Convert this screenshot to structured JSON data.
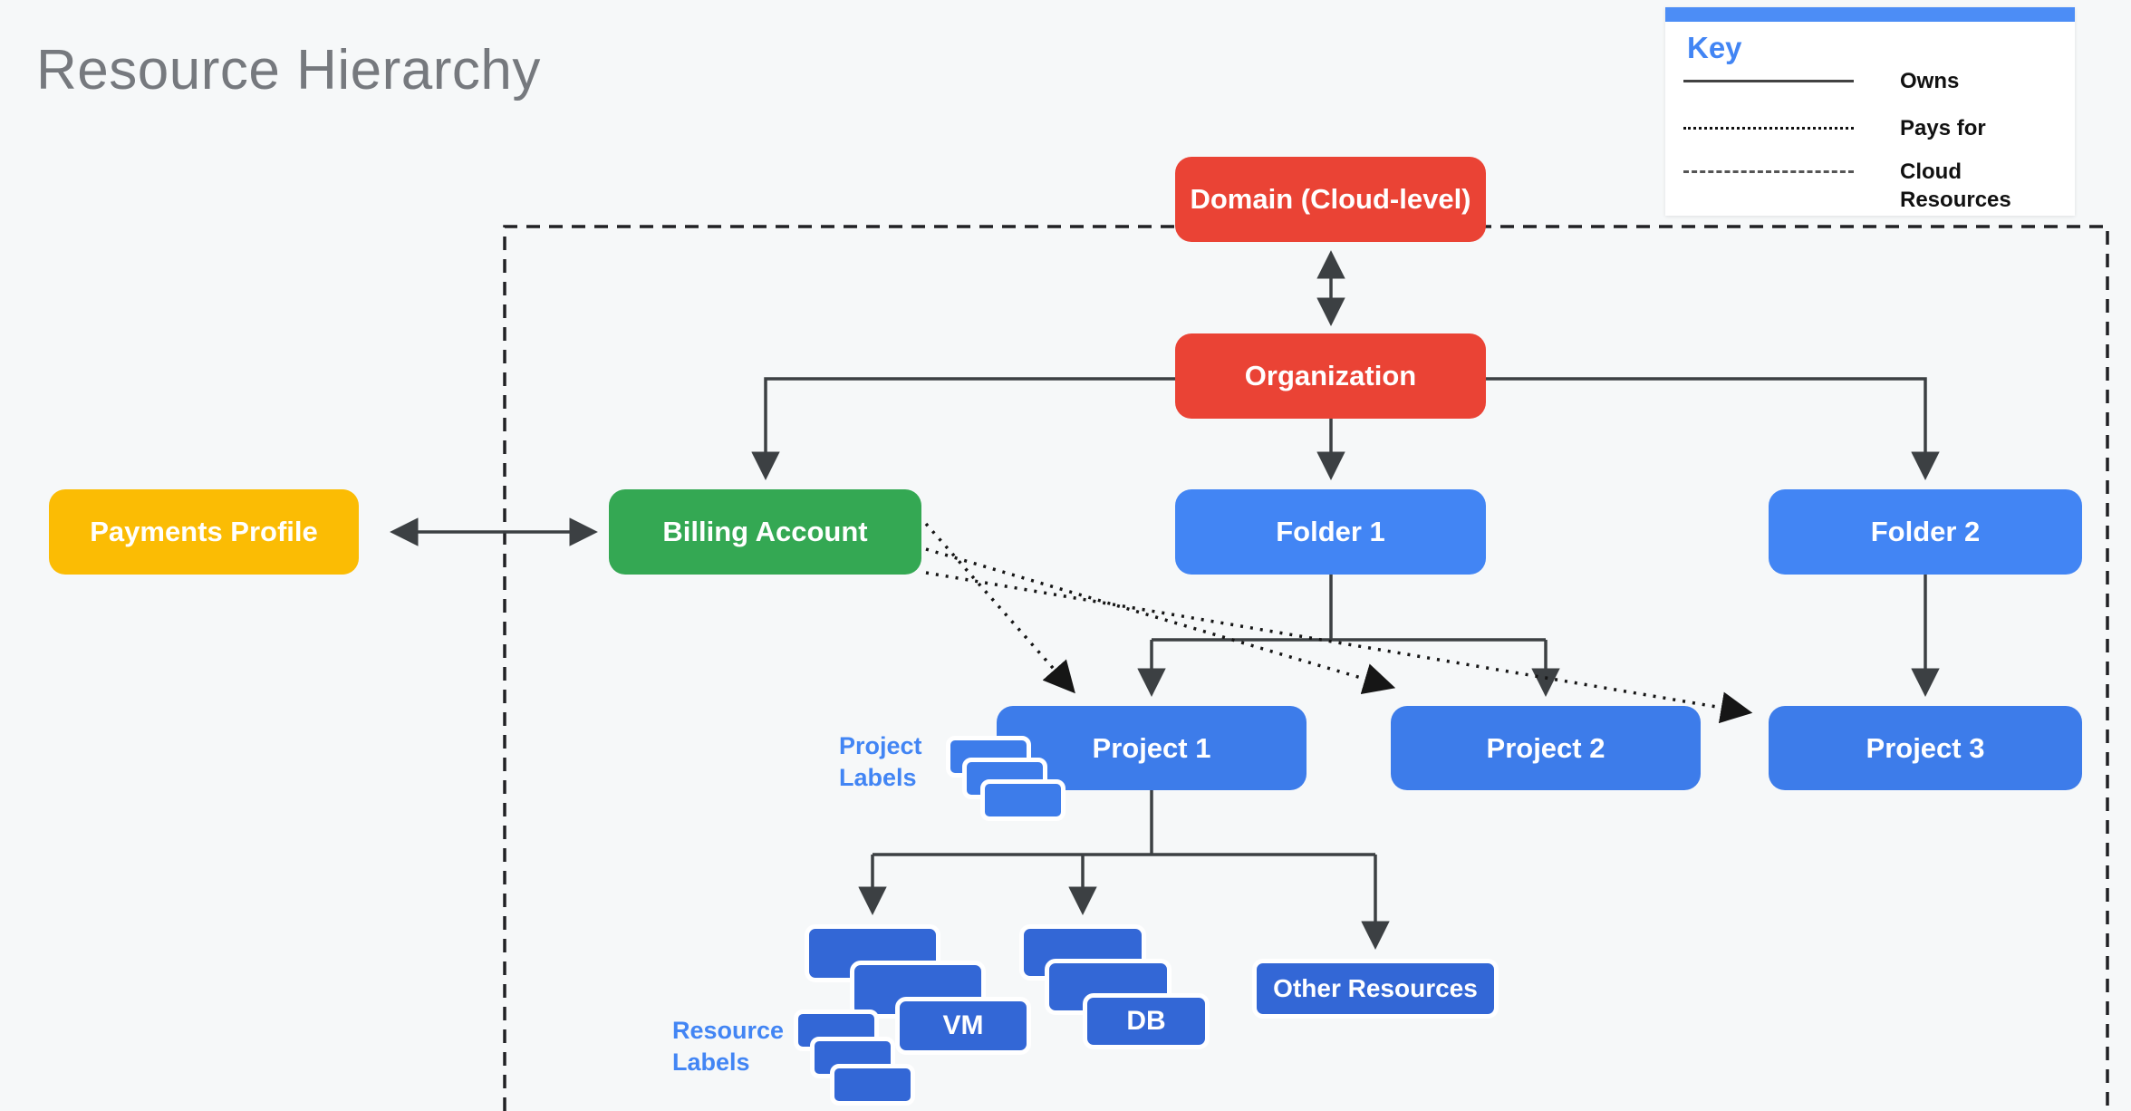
{
  "title": "Resource Hierarchy",
  "key": {
    "title": "Key",
    "items": [
      {
        "label": "Owns",
        "style": "solid"
      },
      {
        "label": "Pays for",
        "style": "dotted"
      },
      {
        "label": "Cloud Resources",
        "style": "dashed"
      }
    ]
  },
  "nodes": {
    "domain": "Domain (Cloud-level)",
    "organization": "Organization",
    "payments_profile": "Payments Profile",
    "billing_account": "Billing Account",
    "folder1": "Folder 1",
    "folder2": "Folder 2",
    "project1": "Project 1",
    "project2": "Project 2",
    "project3": "Project 3",
    "vm": "VM",
    "db": "DB",
    "other_resources": "Other Resources"
  },
  "annotations": {
    "project_labels": "Project Labels",
    "resource_labels": "Resource Labels"
  },
  "colors": {
    "background": "#F6F8F9",
    "red": "#EA4335",
    "green": "#34A853",
    "yellow": "#FBBC04",
    "folder_blue": "#4285F4",
    "project_blue": "#3D7CEA",
    "resource_blue": "#3367D6",
    "accent_blue": "#4285F4",
    "arrow": "#3C4043",
    "dashed_border": "#202124",
    "title_gray": "#76797E"
  }
}
